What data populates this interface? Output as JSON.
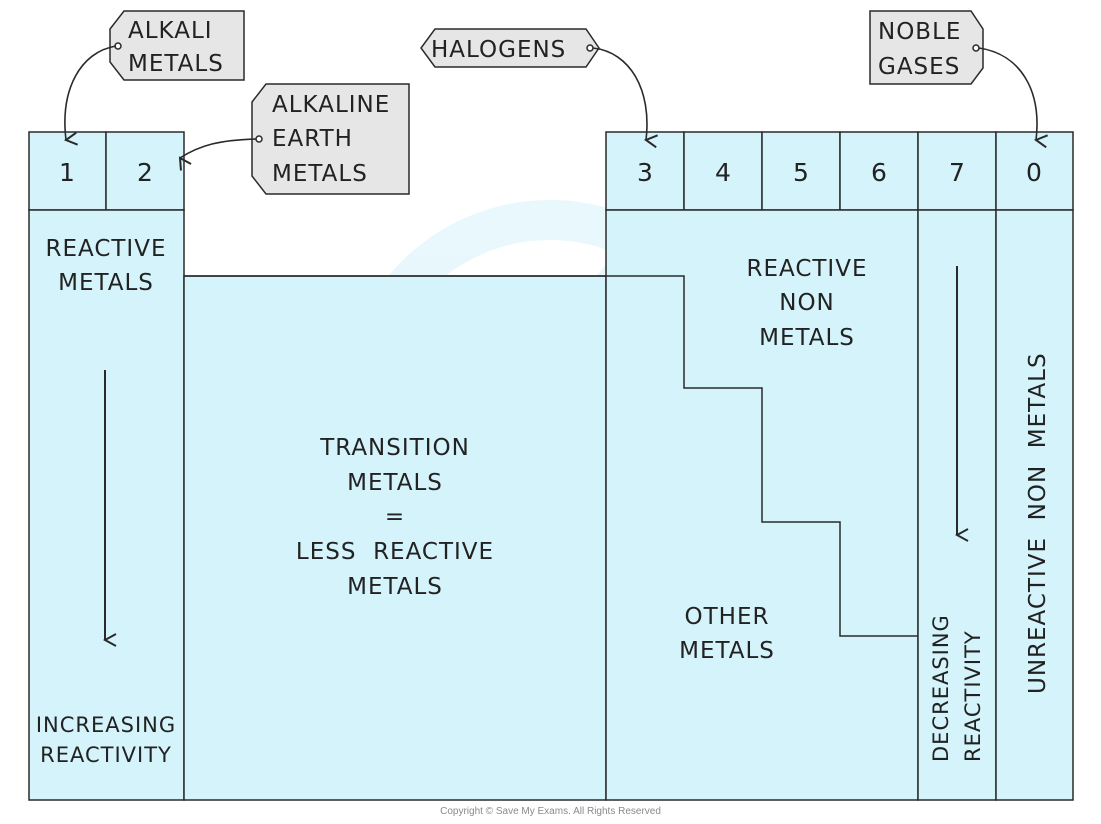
{
  "callouts": {
    "alkali_metals": [
      "ALKALI",
      "METALS"
    ],
    "alkaline_earth_metals": [
      "ALKALINE",
      "EARTH",
      "METALS"
    ],
    "halogens": [
      "HALOGENS"
    ],
    "noble_gases": [
      "NOBLE",
      "GASES"
    ]
  },
  "group_headers": [
    "1",
    "2",
    "3",
    "4",
    "5",
    "6",
    "7",
    "0"
  ],
  "regions": {
    "reactive_metals": [
      "REACTIVE",
      "METALS"
    ],
    "increasing_reactivity": [
      "INCREASING",
      "REACTIVITY"
    ],
    "transition_metals": [
      "TRANSITION",
      "METALS",
      "=",
      "LESS  REACTIVE",
      "METALS"
    ],
    "reactive_non_metals": [
      "REACTIVE",
      "NON",
      "METALS"
    ],
    "other_metals": [
      "OTHER",
      "METALS"
    ],
    "decreasing_reactivity": [
      "DECREASING",
      "REACTIVITY"
    ],
    "unreactive_non_metals": "UNREACTIVE  NON  METALS"
  },
  "copyright": "Copyright © Save My Exams. All Rights Reserved",
  "colors": {
    "cell_fill": "#d4f3fb",
    "outline": "#2a2a2a",
    "tag_fill": "#e6e6e6"
  }
}
